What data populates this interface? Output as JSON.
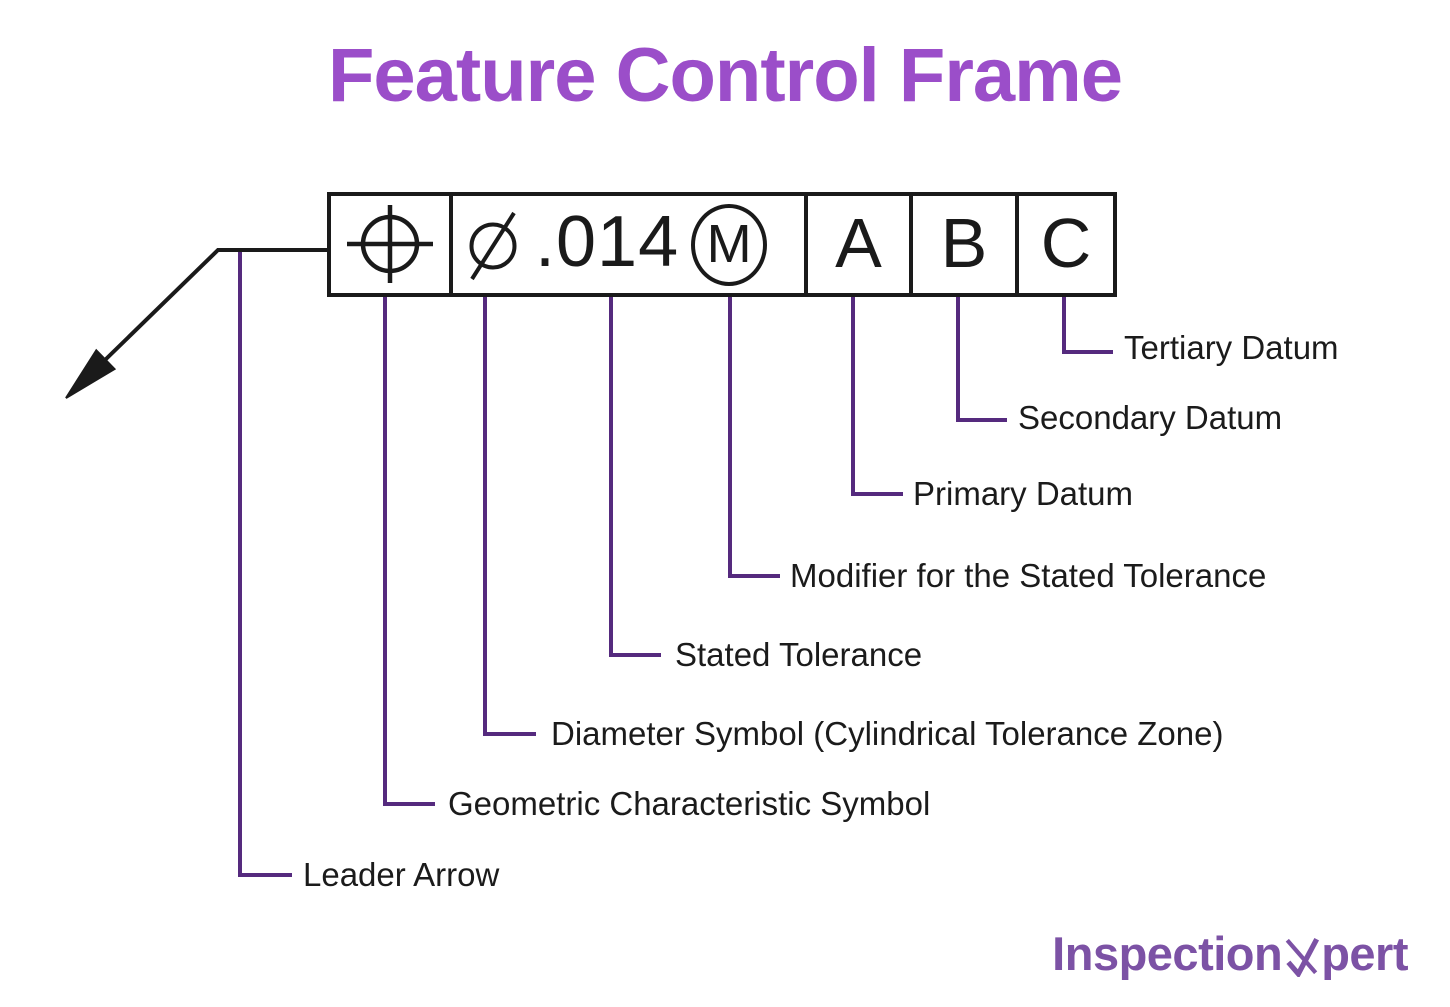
{
  "title": "Feature Control Frame",
  "frame": {
    "tolerance_value": ".014",
    "modifier_letter": "M",
    "primary_datum": "A",
    "secondary_datum": "B",
    "tertiary_datum": "C"
  },
  "callouts": [
    {
      "id": "tertiary-datum",
      "label": "Tertiary Datum"
    },
    {
      "id": "secondary-datum",
      "label": "Secondary Datum"
    },
    {
      "id": "primary-datum",
      "label": "Primary Datum"
    },
    {
      "id": "modifier",
      "label": "Modifier for the Stated Tolerance"
    },
    {
      "id": "stated-tolerance",
      "label": "Stated Tolerance"
    },
    {
      "id": "diameter-symbol",
      "label": "Diameter Symbol (Cylindrical Tolerance Zone)"
    },
    {
      "id": "geometric-characteristic-symbol",
      "label": "Geometric Characteristic Symbol"
    },
    {
      "id": "leader-arrow",
      "label": "Leader Arrow"
    }
  ],
  "icons": {
    "position_symbol": "crosshair-circle (true position geometric characteristic)",
    "diameter_symbol": "circle-with-slash",
    "leader_arrow": "filled-arrowhead pointing down-left",
    "logo_x": "x-with-checkmark"
  },
  "logo": {
    "text_before_x": "Inspection",
    "x_letter": "X",
    "text_after_x": "pert"
  },
  "colors": {
    "title": "#9b4ec9",
    "callout_line": "#552a7e",
    "frame_line": "#1a1a1a",
    "label_text": "#1b1b1b",
    "logo": "#7c52a5",
    "background": "#ffffff"
  }
}
